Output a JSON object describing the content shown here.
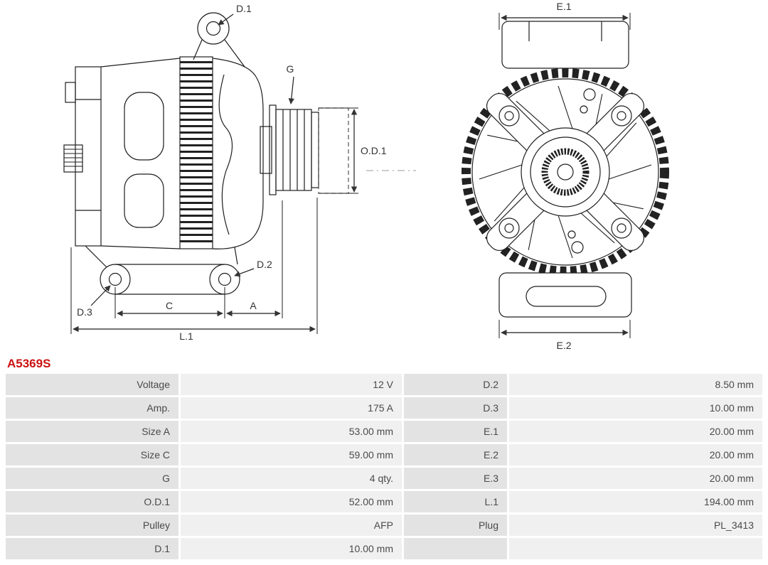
{
  "part_number": "A5369S",
  "diagram": {
    "side": {
      "d1": "D.1",
      "g": "G",
      "od1": "O.D.1",
      "d2": "D.2",
      "d3": "D.3",
      "c": "C",
      "a": "A",
      "l1": "L.1"
    },
    "front": {
      "e1": "E.1",
      "e2": "E.2"
    }
  },
  "table": {
    "rows": [
      {
        "c0": "Voltage",
        "c1": "12 V",
        "c2": "D.2",
        "c3": "8.50 mm"
      },
      {
        "c0": "Amp.",
        "c1": "175 A",
        "c2": "D.3",
        "c3": "10.00 mm"
      },
      {
        "c0": "Size A",
        "c1": "53.00 mm",
        "c2": "E.1",
        "c3": "20.00 mm"
      },
      {
        "c0": "Size C",
        "c1": "59.00 mm",
        "c2": "E.2",
        "c3": "20.00 mm"
      },
      {
        "c0": "G",
        "c1": "4 qty.",
        "c2": "E.3",
        "c3": "20.00 mm"
      },
      {
        "c0": "O.D.1",
        "c1": "52.00 mm",
        "c2": "L.1",
        "c3": "194.00 mm"
      },
      {
        "c0": "Pulley",
        "c1": "AFP",
        "c2": "Plug",
        "c3": "PL_3413"
      },
      {
        "c0": "D.1",
        "c1": "10.00 mm",
        "c2": "",
        "c3": ""
      }
    ]
  }
}
